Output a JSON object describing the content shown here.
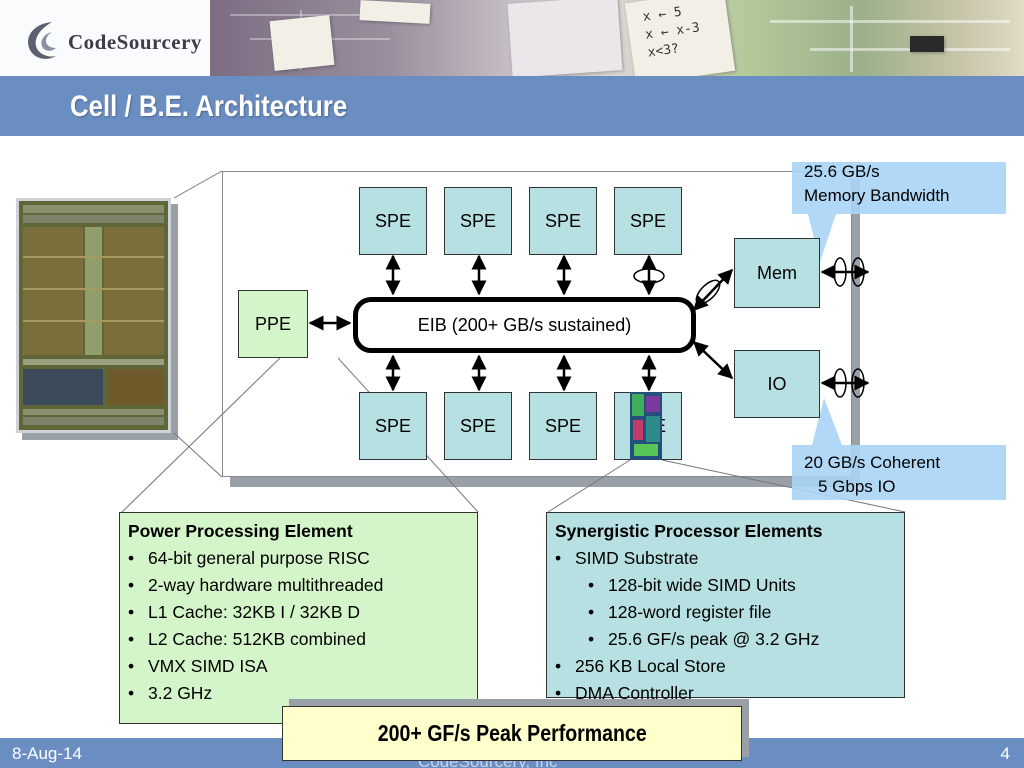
{
  "header": {
    "logo_text": "CodeSourcery",
    "collage_math": [
      "x ← 5",
      "x ← x-3",
      "x<3?"
    ]
  },
  "slide": {
    "title": "Cell / B.E. Architecture"
  },
  "diagram": {
    "spe_label": "SPE",
    "ppe_label": "PPE",
    "eib_label": "EIB (200+ GB/s sustained)",
    "mem_label": "Mem",
    "io_label": "IO",
    "mem_callout": [
      "25.6 GB/s",
      "Memory Bandwidth"
    ],
    "io_callout": [
      "20 GB/s Coherent",
      "5 Gbps IO"
    ]
  },
  "ppe_box": {
    "heading": "Power Processing Element",
    "bullets": [
      "64-bit general purpose RISC",
      "2-way hardware multithreaded",
      "L1 Cache: 32KB I / 32KB D",
      "L2 Cache: 512KB combined",
      "VMX SIMD ISA",
      "3.2 GHz"
    ]
  },
  "spe_box": {
    "heading": "Synergistic Processor Elements",
    "bullets": [
      "SIMD Substrate",
      "128-bit wide SIMD Units",
      "128-word register file",
      "25.6 GF/s peak @ 3.2 GHz",
      "256 KB Local Store",
      "DMA Controller"
    ]
  },
  "callout_box": {
    "text": "200+ GF/s Peak Performance"
  },
  "footer": {
    "date": "8-Aug-14",
    "company": "CodeSourcery, Inc",
    "page": "4"
  },
  "colors": {
    "title_band": "#6b8ec2",
    "spe_fill": "#b7e0e2",
    "ppe_fill": "#d4f5c9",
    "perf_fill": "#ffffcc",
    "callout_fill": "#9cc8ee"
  }
}
